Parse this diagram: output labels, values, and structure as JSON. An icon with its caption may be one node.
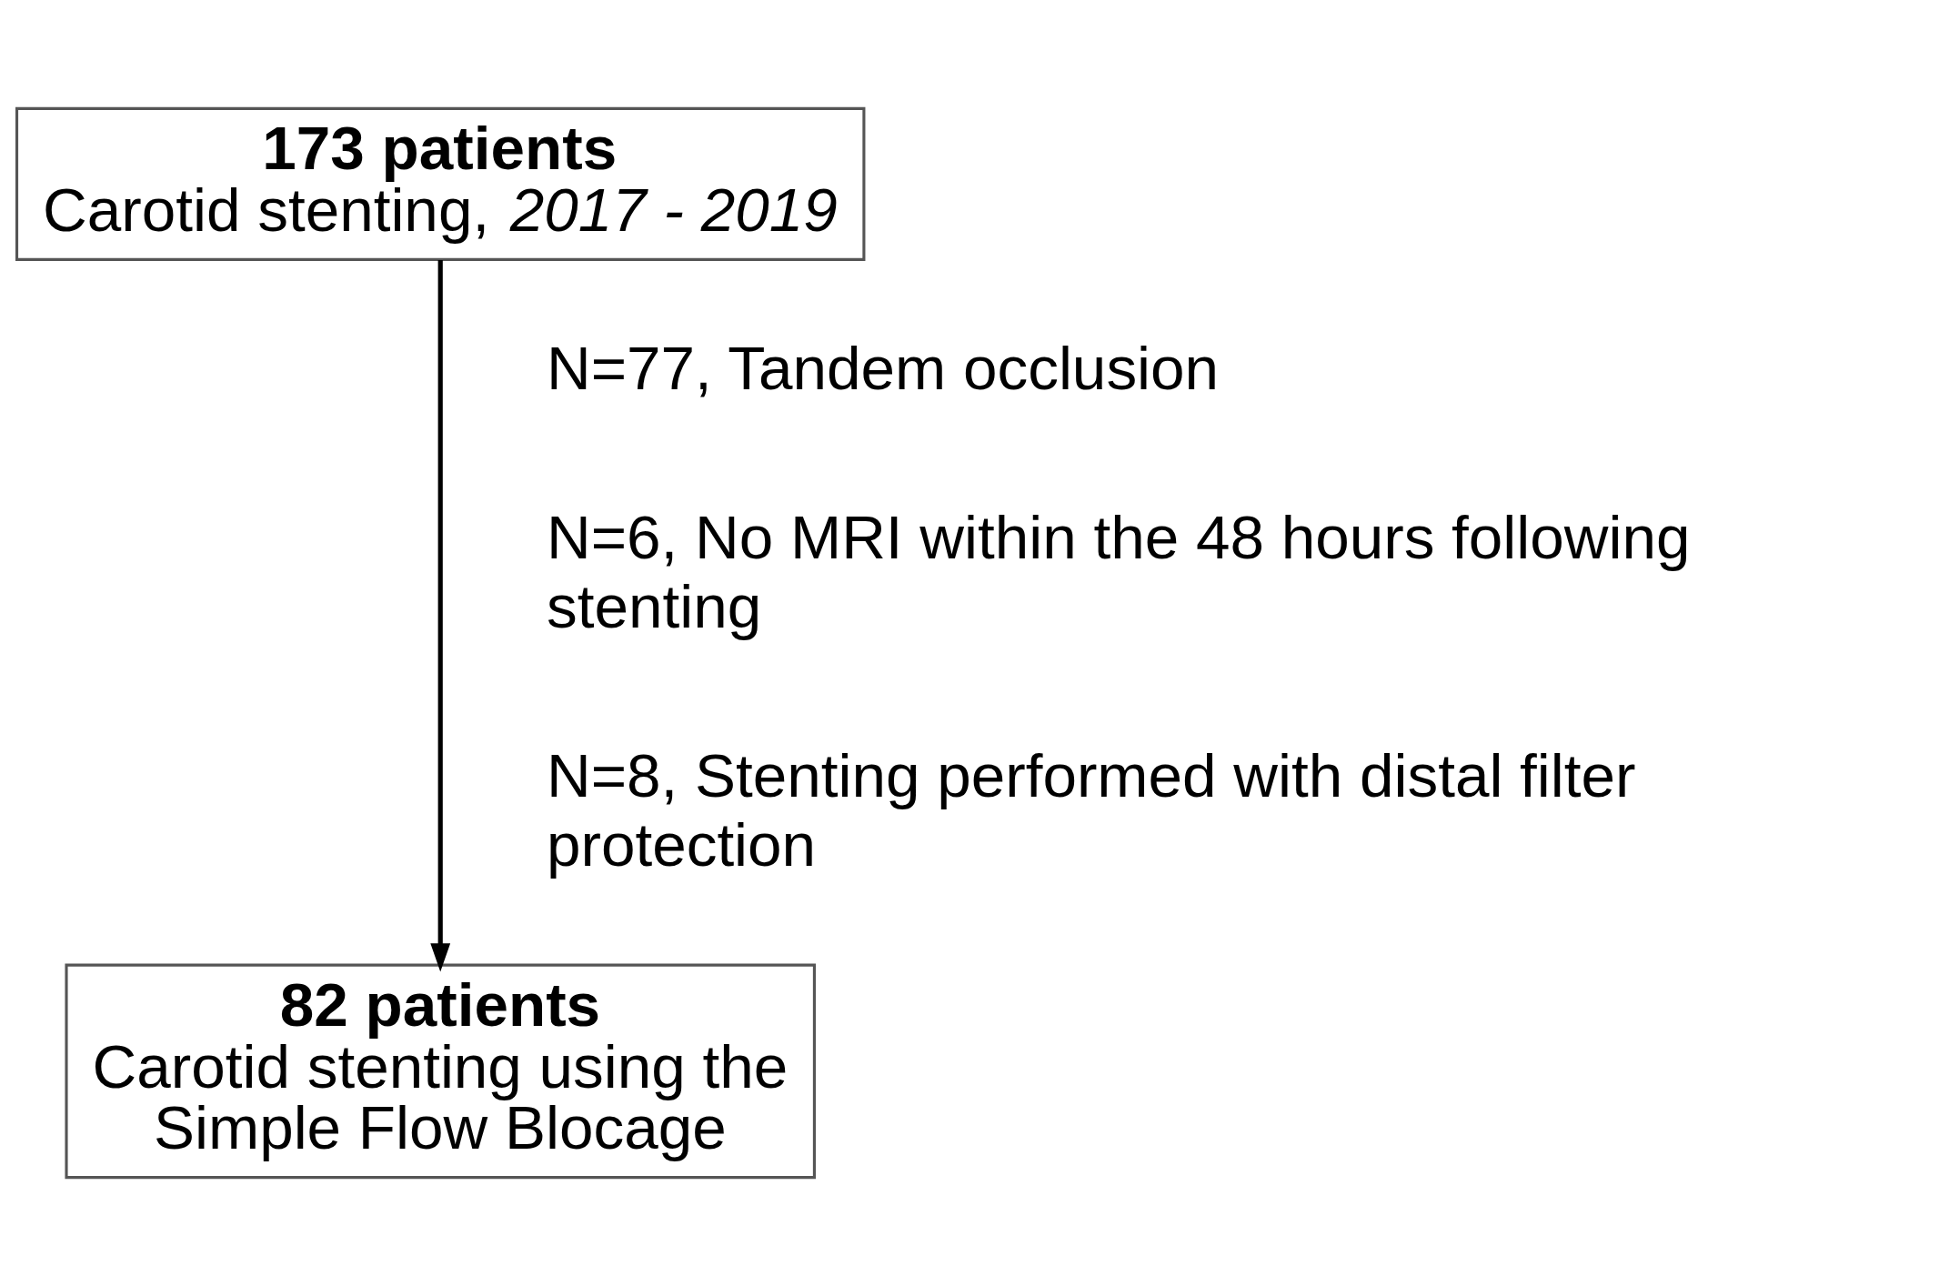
{
  "diagram": {
    "nodes": [
      {
        "text": [
          "173 patients",
          "Carotid stenting, *2017 - 2019*"
        ]
      },
      {
        "text": [
          "82 patients",
          "Carotid stenting using the Simple Flow Blocage"
        ]
      }
    ],
    "edges": [
      {
        "from": 0,
        "to": 1,
        "arrow": "to"
      }
    ],
    "labels": [
      "N=77, Tandem occlusion",
      "N=6, No MRI within the 48 hours following stenting",
      "N=8, Stenting performed with distal filter protection"
    ]
  }
}
